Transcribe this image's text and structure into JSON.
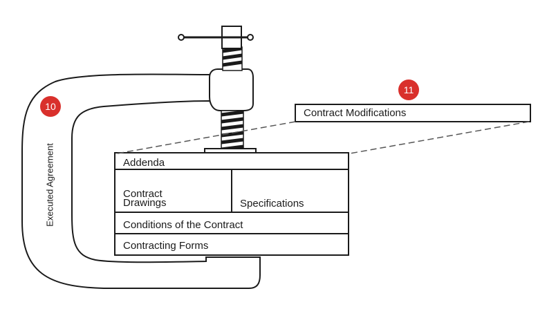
{
  "diagram": {
    "frame_label": "Executed Agreement",
    "modifications_label": "Contract Modifications",
    "stack": {
      "addenda": "Addenda",
      "contract_drawings": "Contract\nDrawings",
      "specifications": "Specifications",
      "conditions": "Conditions of the Contract",
      "forms": "Contracting Forms"
    },
    "badges": [
      {
        "label": "10",
        "color": "#d9302c"
      },
      {
        "label": "11",
        "color": "#d9302c"
      }
    ]
  }
}
